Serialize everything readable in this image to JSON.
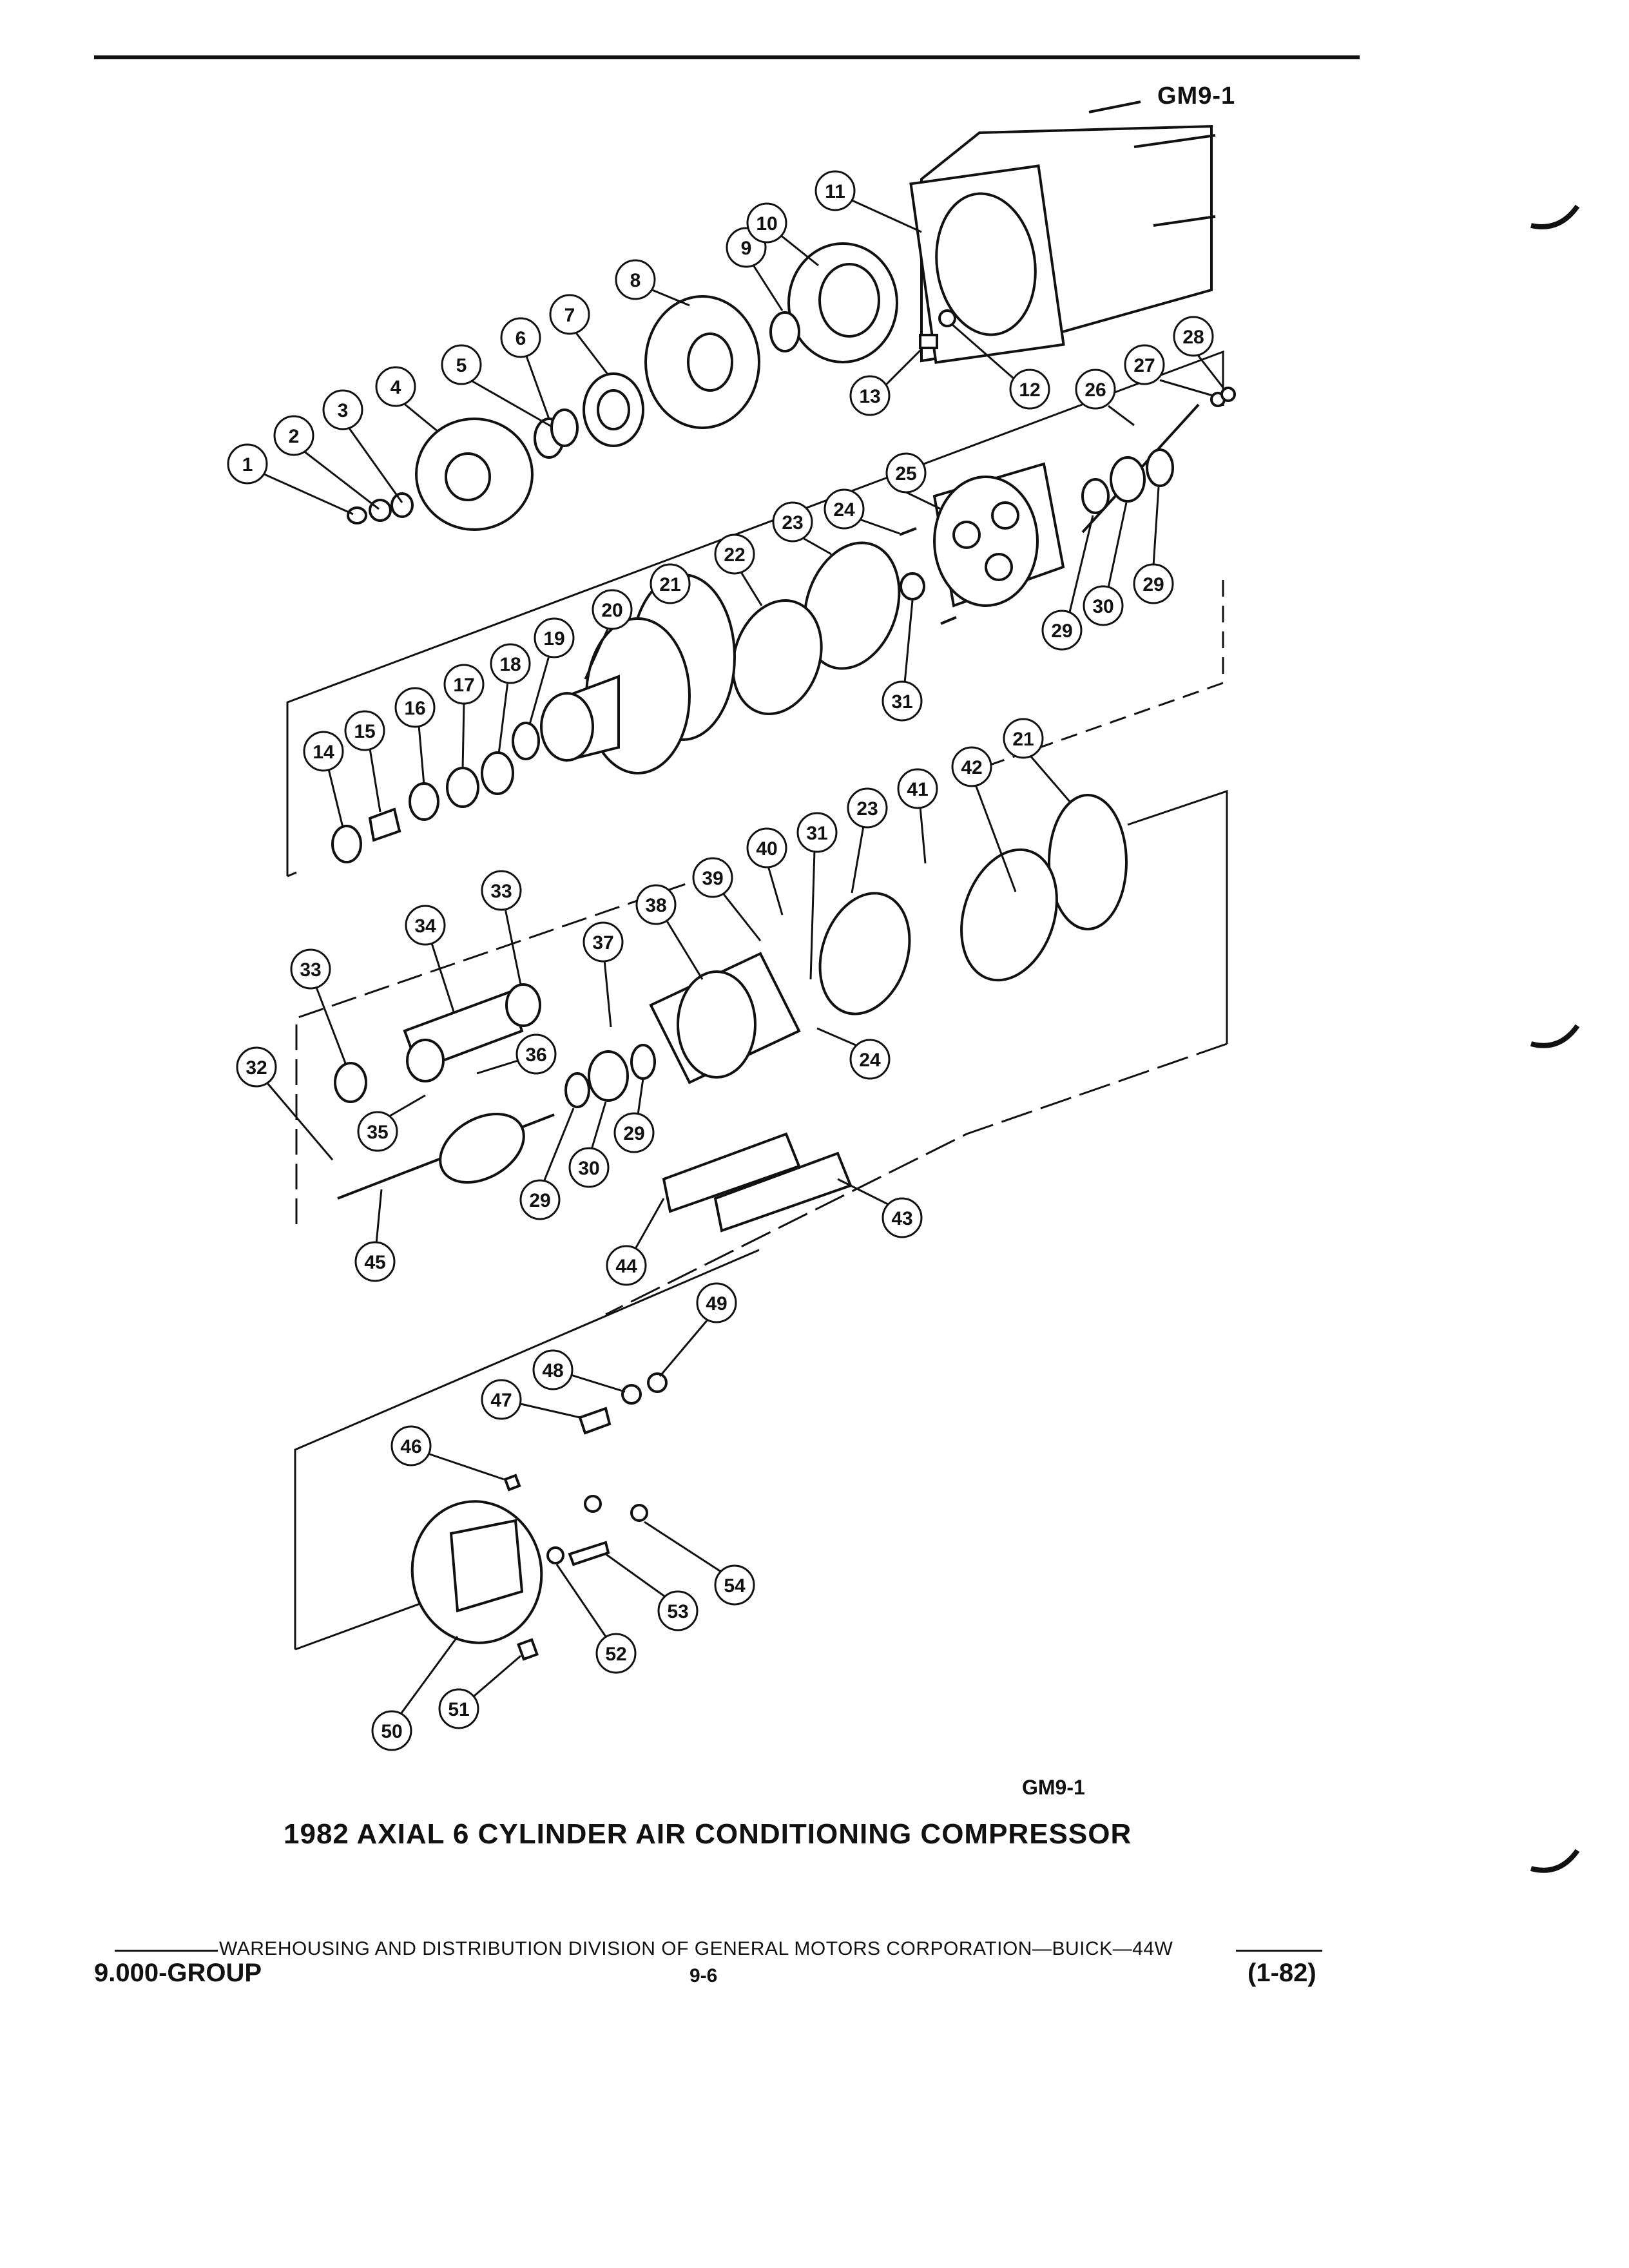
{
  "figure": {
    "code_top": "GM9-1",
    "code_bottom": "GM9-1",
    "title": "1982 AXIAL 6 CYLINDER AIR CONDITIONING COMPRESSOR"
  },
  "callouts": [
    {
      "id": "c1",
      "label": "1"
    },
    {
      "id": "c2",
      "label": "2"
    },
    {
      "id": "c3",
      "label": "3"
    },
    {
      "id": "c4",
      "label": "4"
    },
    {
      "id": "c5",
      "label": "5"
    },
    {
      "id": "c6",
      "label": "6"
    },
    {
      "id": "c7",
      "label": "7"
    },
    {
      "id": "c8",
      "label": "8"
    },
    {
      "id": "c9",
      "label": "9"
    },
    {
      "id": "c10",
      "label": "10"
    },
    {
      "id": "c11",
      "label": "11"
    },
    {
      "id": "c12",
      "label": "12"
    },
    {
      "id": "c13",
      "label": "13"
    },
    {
      "id": "c14",
      "label": "14"
    },
    {
      "id": "c15",
      "label": "15"
    },
    {
      "id": "c16",
      "label": "16"
    },
    {
      "id": "c17",
      "label": "17"
    },
    {
      "id": "c18",
      "label": "18"
    },
    {
      "id": "c19",
      "label": "19"
    },
    {
      "id": "c20",
      "label": "20"
    },
    {
      "id": "c21a",
      "label": "21"
    },
    {
      "id": "c22",
      "label": "22"
    },
    {
      "id": "c23a",
      "label": "23"
    },
    {
      "id": "c24a",
      "label": "24"
    },
    {
      "id": "c25",
      "label": "25"
    },
    {
      "id": "c26",
      "label": "26"
    },
    {
      "id": "c27",
      "label": "27"
    },
    {
      "id": "c28",
      "label": "28"
    },
    {
      "id": "c29a",
      "label": "29"
    },
    {
      "id": "c30a",
      "label": "30"
    },
    {
      "id": "c29b",
      "label": "29"
    },
    {
      "id": "c31a",
      "label": "31"
    },
    {
      "id": "c21b",
      "label": "21"
    },
    {
      "id": "c42",
      "label": "42"
    },
    {
      "id": "c41",
      "label": "41"
    },
    {
      "id": "c23b",
      "label": "23"
    },
    {
      "id": "c31b",
      "label": "31"
    },
    {
      "id": "c40",
      "label": "40"
    },
    {
      "id": "c39",
      "label": "39"
    },
    {
      "id": "c38",
      "label": "38"
    },
    {
      "id": "c37",
      "label": "37"
    },
    {
      "id": "c33a",
      "label": "33"
    },
    {
      "id": "c34",
      "label": "34"
    },
    {
      "id": "c33b",
      "label": "33"
    },
    {
      "id": "c32",
      "label": "32"
    },
    {
      "id": "c36",
      "label": "36"
    },
    {
      "id": "c35",
      "label": "35"
    },
    {
      "id": "c24b",
      "label": "24"
    },
    {
      "id": "c29c",
      "label": "29"
    },
    {
      "id": "c30b",
      "label": "30"
    },
    {
      "id": "c29d",
      "label": "29"
    },
    {
      "id": "c45",
      "label": "45"
    },
    {
      "id": "c44",
      "label": "44"
    },
    {
      "id": "c43",
      "label": "43"
    },
    {
      "id": "c49",
      "label": "49"
    },
    {
      "id": "c48",
      "label": "48"
    },
    {
      "id": "c47",
      "label": "47"
    },
    {
      "id": "c46",
      "label": "46"
    },
    {
      "id": "c54",
      "label": "54"
    },
    {
      "id": "c53",
      "label": "53"
    },
    {
      "id": "c52",
      "label": "52"
    },
    {
      "id": "c51",
      "label": "51"
    },
    {
      "id": "c50",
      "label": "50"
    }
  ],
  "footer": {
    "division": "WAREHOUSING AND DISTRIBUTION  DIVISION OF GENERAL MOTORS CORPORATION—BUICK—44W",
    "group": "9.000-GROUP",
    "page": "9-6",
    "date": "(1-82)"
  }
}
